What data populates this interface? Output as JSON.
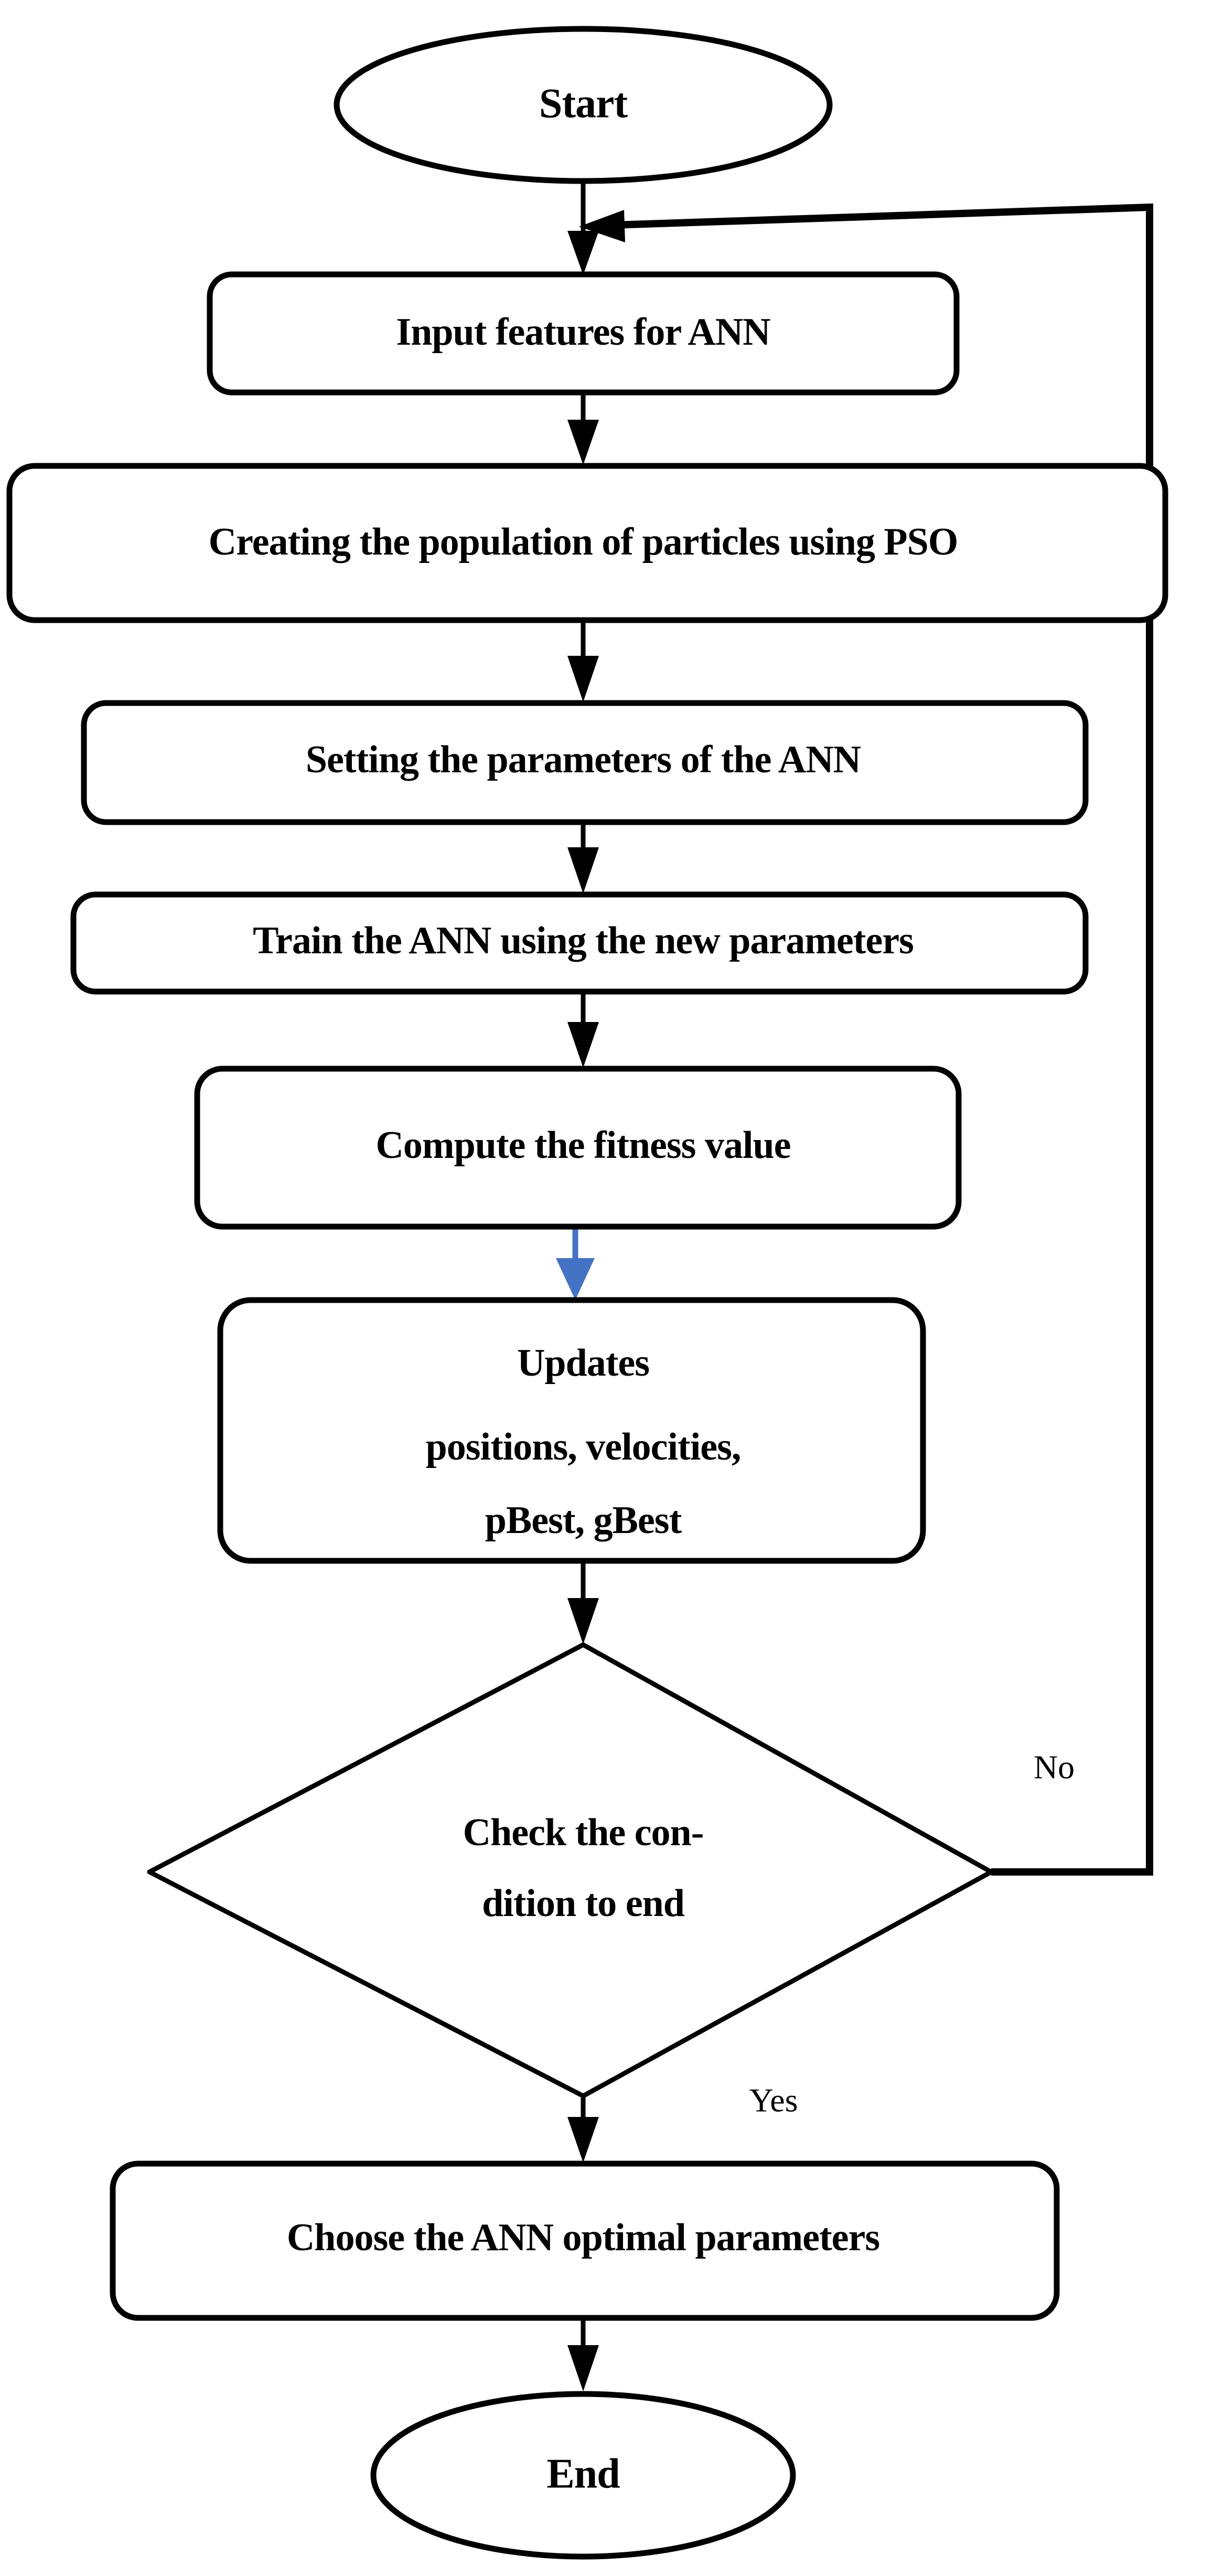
{
  "diagram": {
    "title": "PSO-ANN optimization flowchart",
    "colors": {
      "stroke": "#000000",
      "fill": "#ffffff",
      "accent_arrow": "#4472C4"
    },
    "nodes": {
      "start": {
        "label": "Start",
        "shape": "ellipse"
      },
      "input_features": {
        "label": "Input features for ANN",
        "shape": "rounded-rect"
      },
      "create_population": {
        "label": "Creating the population of particles using PSO",
        "shape": "rounded-rect"
      },
      "set_parameters": {
        "label": "Setting the parameters of the ANN",
        "shape": "rounded-rect"
      },
      "train_ann": {
        "label": "Train the ANN using the new parameters",
        "shape": "rounded-rect"
      },
      "compute_fitness": {
        "label": "Compute the fitness value",
        "shape": "rounded-rect"
      },
      "updates": {
        "shape": "rounded-rect",
        "line1": "Updates",
        "line2": "positions, velocities,",
        "line3": "pBest, gBest"
      },
      "check_condition": {
        "shape": "diamond",
        "line1": "Check the con-",
        "line2": "dition to end"
      },
      "choose_optimal": {
        "label": "Choose the ANN optimal parameters",
        "shape": "rounded-rect"
      },
      "end": {
        "label": "End",
        "shape": "ellipse"
      }
    },
    "edge_labels": {
      "no": "No",
      "yes": "Yes"
    }
  }
}
